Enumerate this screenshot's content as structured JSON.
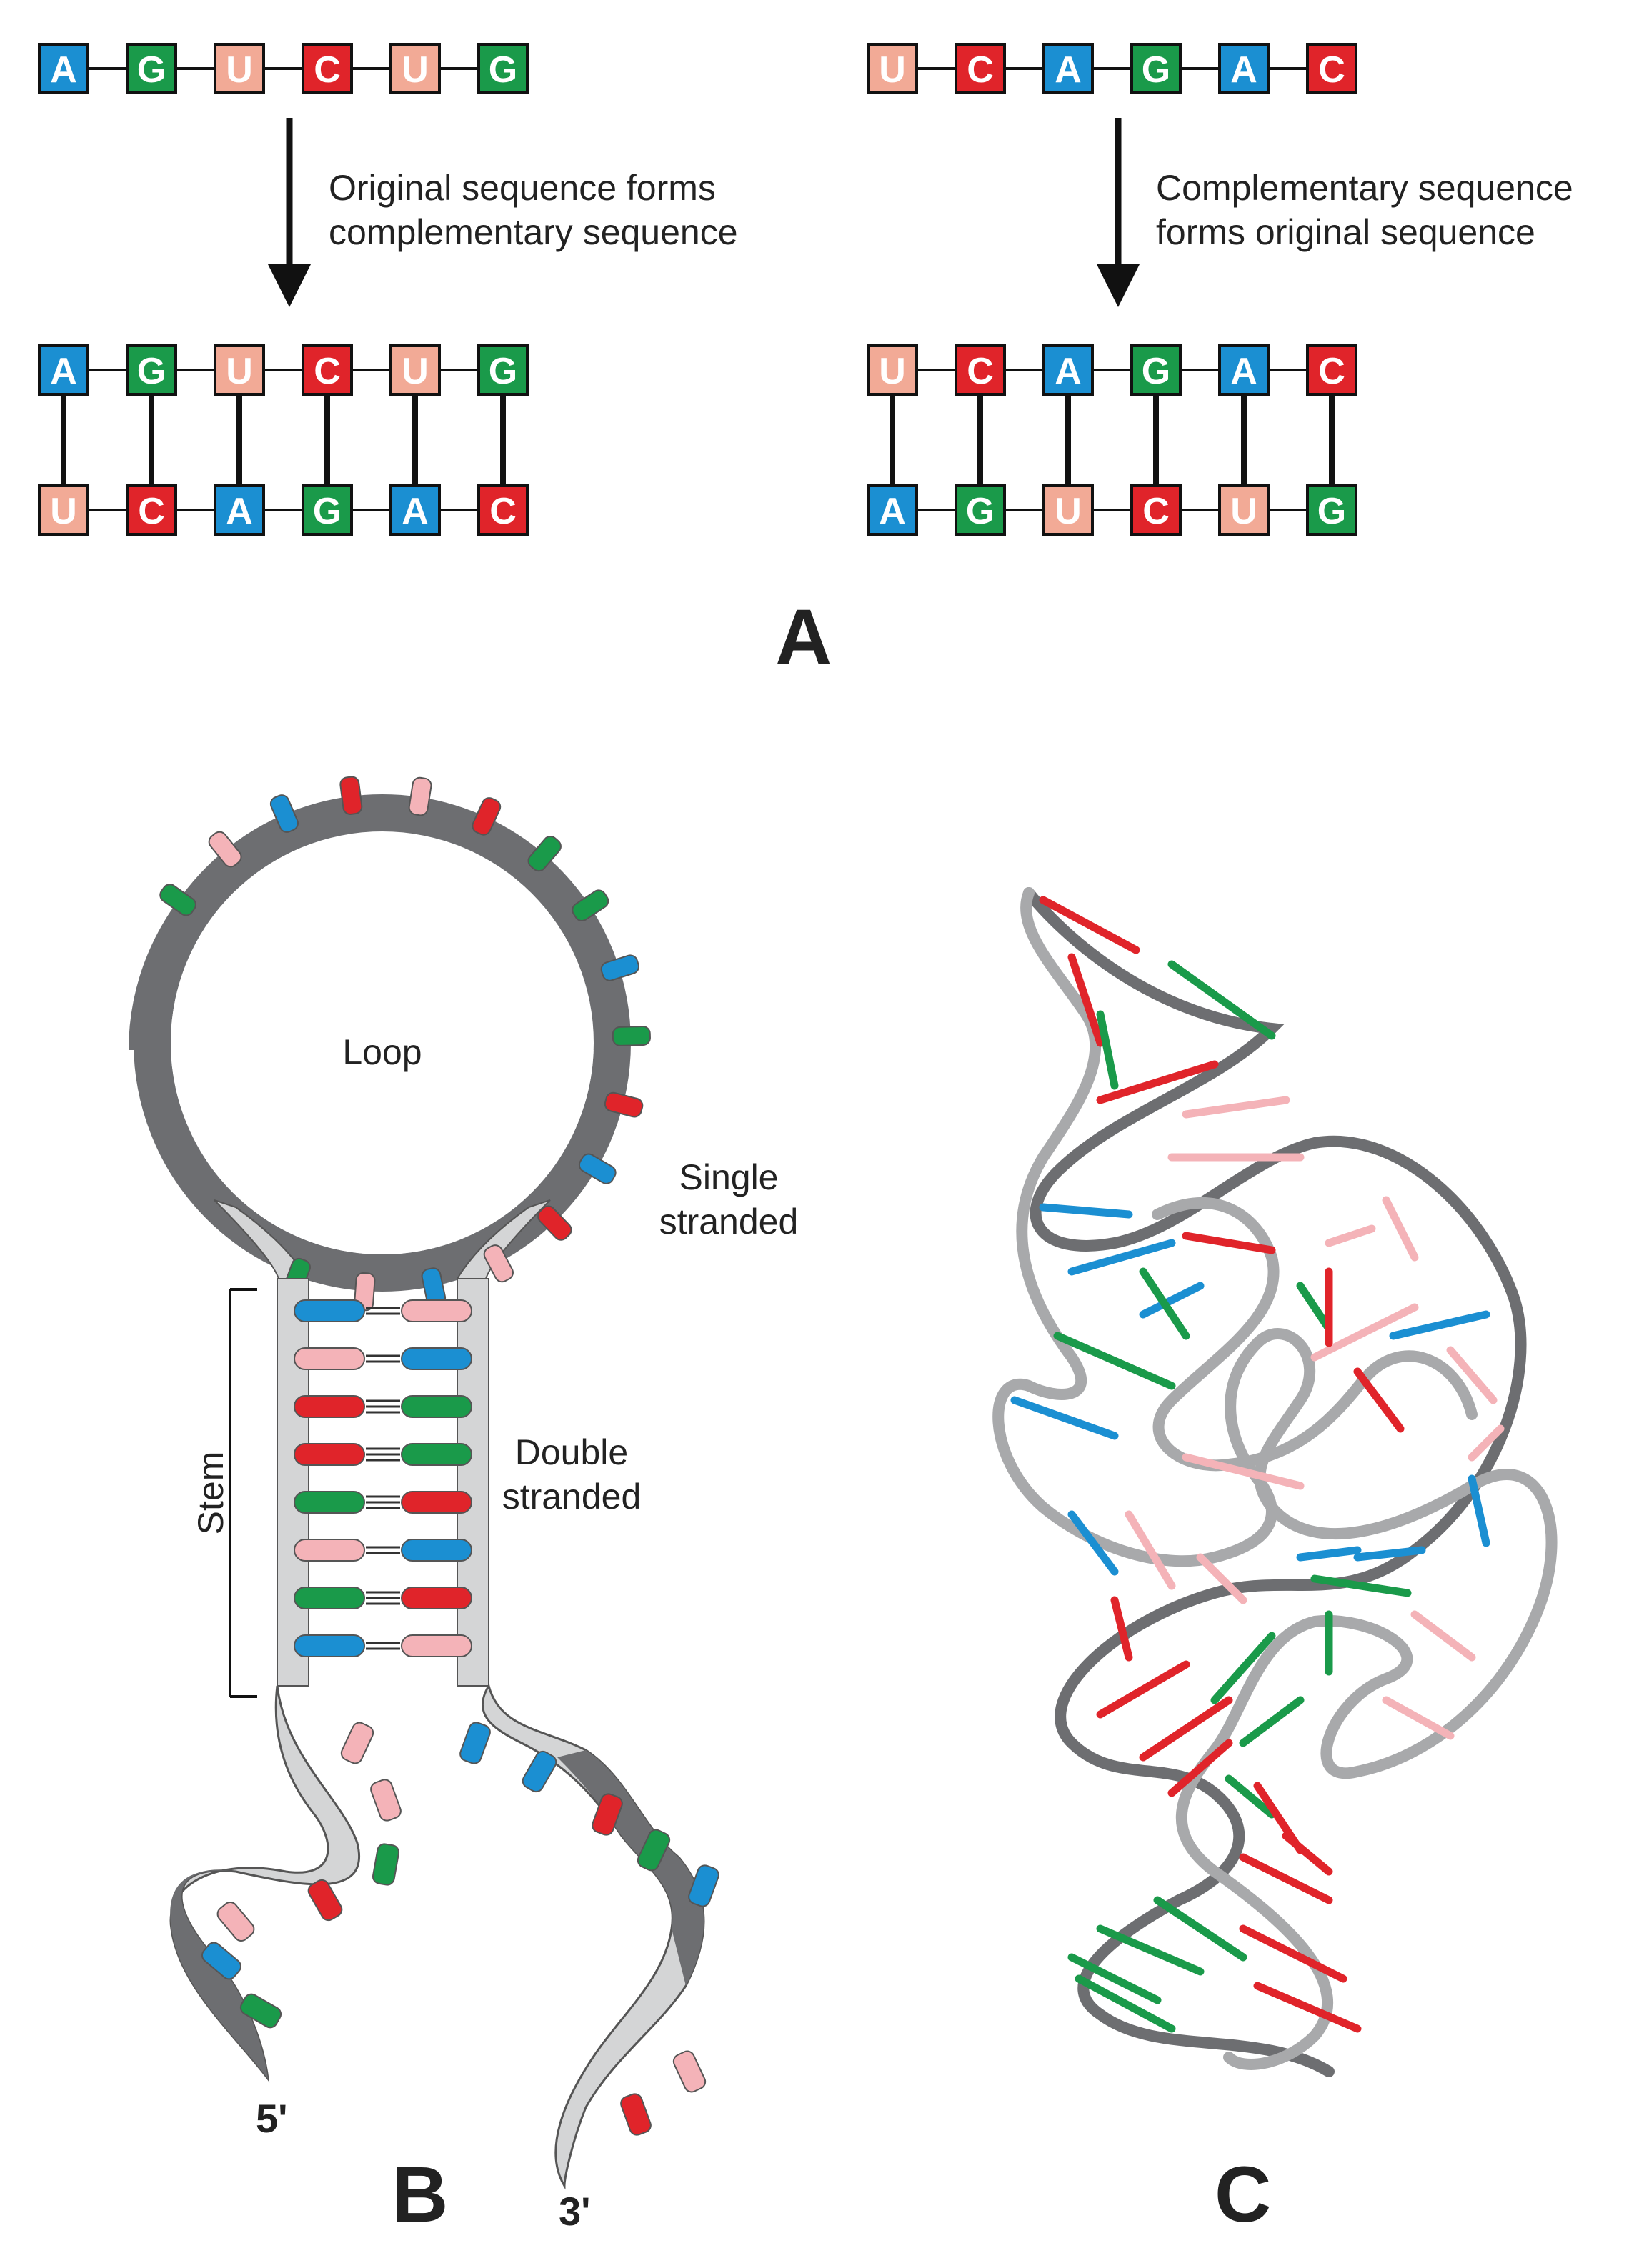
{
  "colors": {
    "A": "#1b8fd2",
    "G": "#1a9a4a",
    "U": "#f2aa96",
    "C": "#e0242a",
    "U_loop": "#f4b3b8",
    "strand_dark": "#6d6e71",
    "strand_light": "#d4d5d6"
  },
  "panel_a": {
    "left": {
      "top_strand": [
        "A",
        "G",
        "U",
        "C",
        "U",
        "G"
      ],
      "caption_line1": "Original sequence forms",
      "caption_line2": "complementary sequence",
      "pair_top": [
        "A",
        "G",
        "U",
        "C",
        "U",
        "G"
      ],
      "pair_bottom": [
        "U",
        "C",
        "A",
        "G",
        "A",
        "C"
      ]
    },
    "right": {
      "top_strand": [
        "U",
        "C",
        "A",
        "G",
        "A",
        "C"
      ],
      "caption_line1": "Complementary sequence",
      "caption_line2": "forms original sequence",
      "pair_top": [
        "U",
        "C",
        "A",
        "G",
        "A",
        "C"
      ],
      "pair_bottom": [
        "A",
        "G",
        "U",
        "C",
        "U",
        "G"
      ]
    },
    "letter": "A"
  },
  "panel_b": {
    "loop_label": "Loop",
    "single_line1": "Single",
    "single_line2": "stranded",
    "double_line1": "Double",
    "double_line2": "stranded",
    "stem_label": "Stem",
    "five_prime": "5'",
    "three_prime": "3'",
    "letter": "B",
    "stem_pairs": [
      [
        "A",
        "U"
      ],
      [
        "U",
        "A"
      ],
      [
        "C",
        "G"
      ],
      [
        "C",
        "G"
      ],
      [
        "G",
        "C"
      ],
      [
        "U",
        "A"
      ],
      [
        "G",
        "C"
      ],
      [
        "A",
        "U"
      ]
    ]
  },
  "panel_c": {
    "letter": "C"
  }
}
